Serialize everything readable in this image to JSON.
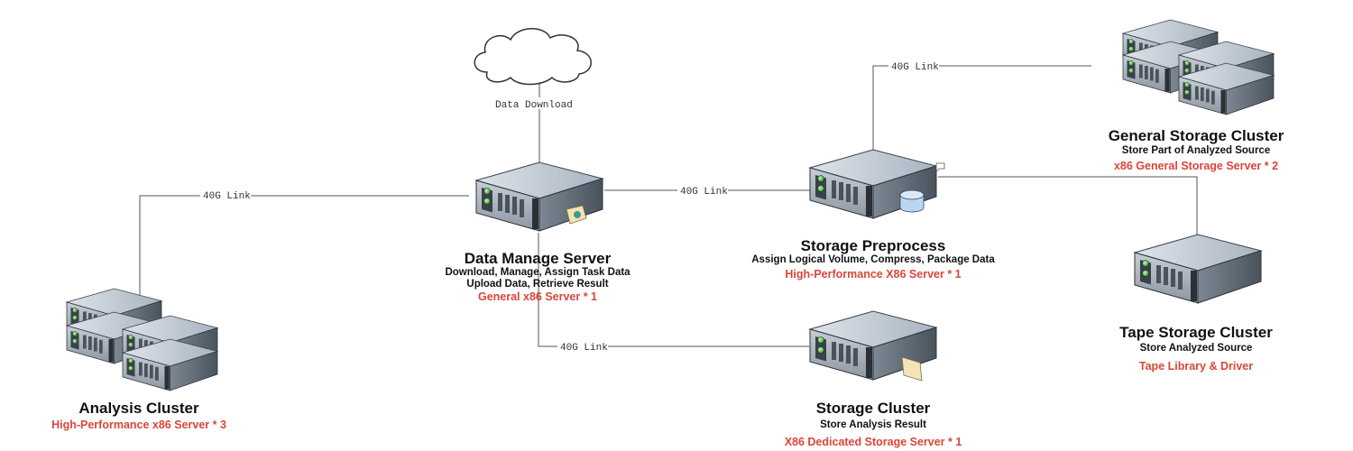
{
  "cloud": {
    "label": "Data Download"
  },
  "links": {
    "analysis": "40G Link",
    "preprocess": "40G Link",
    "general_storage": "40G Link",
    "storage_cluster": "40G Link"
  },
  "nodes": {
    "data_manage": {
      "title": "Data Manage Server",
      "line1": "Download, Manage, Assign Task Data",
      "line2": "Upload Data, Retrieve Result",
      "spec": "General x86 Server * 1"
    },
    "storage_preprocess": {
      "title": "Storage Preprocess",
      "line1": "Assign Logical Volume, Compress, Package Data",
      "spec": "High-Performance X86 Server * 1"
    },
    "general_storage": {
      "title": "General Storage Cluster",
      "line1": "Store Part of Analyzed Source",
      "spec": "x86 General Storage Server * 2"
    },
    "tape_storage": {
      "title": "Tape Storage Cluster",
      "line1": "Store Analyzed Source",
      "spec": "Tape Library & Driver"
    },
    "analysis": {
      "title": "Analysis Cluster",
      "spec": "High-Performance x86 Server * 3"
    },
    "storage_cluster": {
      "title": "Storage Cluster",
      "line1": "Store Analysis Result",
      "spec": "X86 Dedicated Storage Server * 1"
    }
  }
}
